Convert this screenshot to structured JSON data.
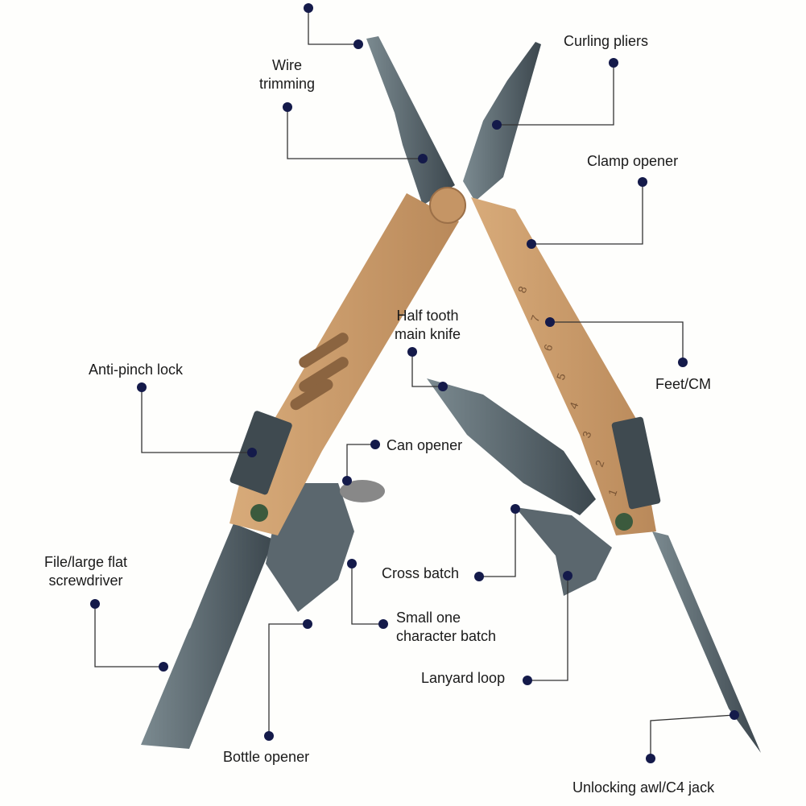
{
  "labels": {
    "wire_trimming": [
      "Wire",
      "trimming"
    ],
    "curling_pliers": "Curling pliers",
    "clamp_opener": "Clamp opener",
    "half_tooth_main_knife": [
      "Half tooth",
      "main knife"
    ],
    "feet_cm": "Feet/CM",
    "anti_pinch_lock": "Anti-pinch lock",
    "can_opener": "Can opener",
    "file_screwdriver": [
      "File/large flat",
      "screwdriver"
    ],
    "cross_batch": "Cross batch",
    "small_one_character_batch": [
      "Small one",
      "character batch"
    ],
    "bottle_opener": "Bottle opener",
    "lanyard_loop": "Lanyard loop",
    "unlocking_awl": "Unlocking awl/C4 jack"
  },
  "ruler_marks": [
    "8",
    "7",
    "6",
    "5",
    "4",
    "3",
    "2",
    "1"
  ],
  "colors": {
    "handle": "#c99a68",
    "steel": "#4d5a62",
    "dot": "#141a4a",
    "line": "#333333"
  }
}
